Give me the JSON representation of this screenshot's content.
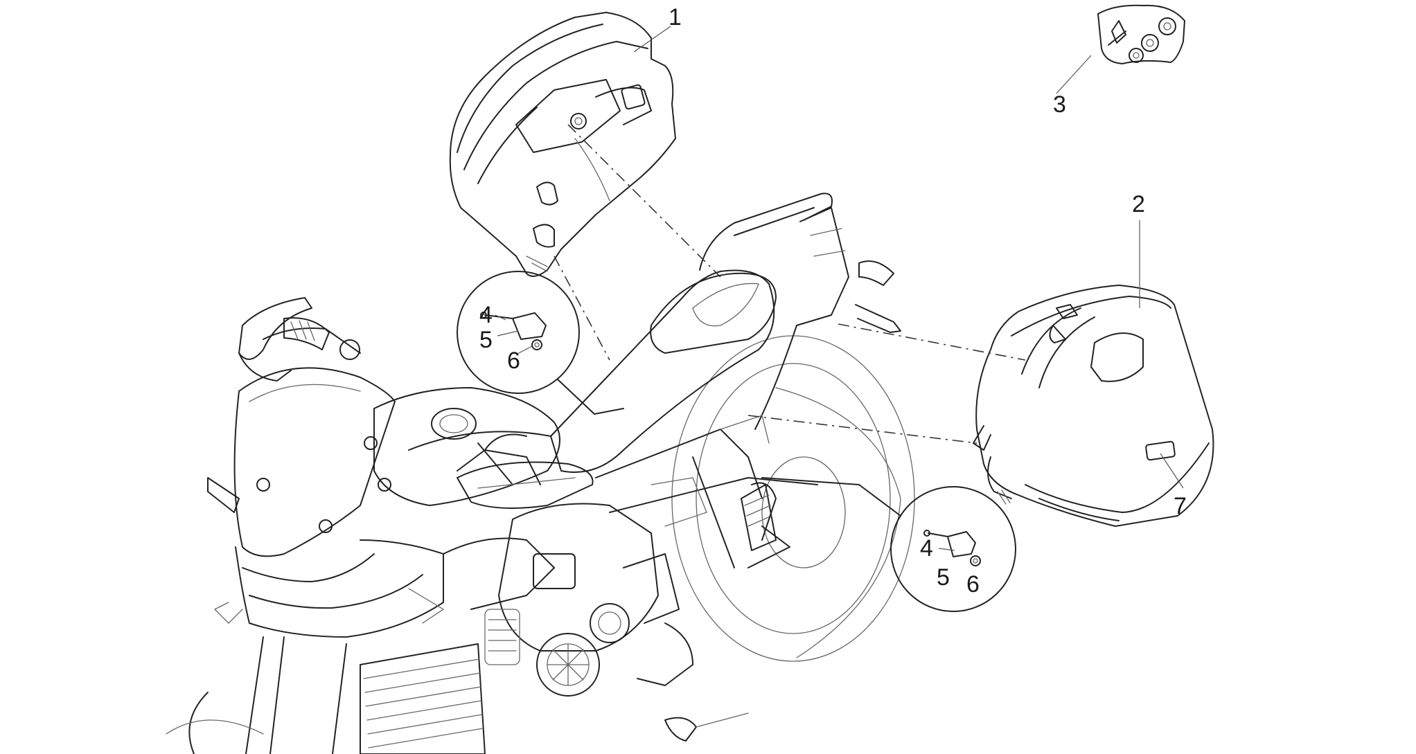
{
  "callouts": {
    "c1": "1",
    "c2": "2",
    "c3": "3",
    "c4a": "4",
    "c5a": "5",
    "c6a": "6",
    "c4b": "4",
    "c5b": "5",
    "c6b": "6",
    "c7": "7"
  },
  "colors": {
    "line": "#222222",
    "background": "#ffffff"
  }
}
